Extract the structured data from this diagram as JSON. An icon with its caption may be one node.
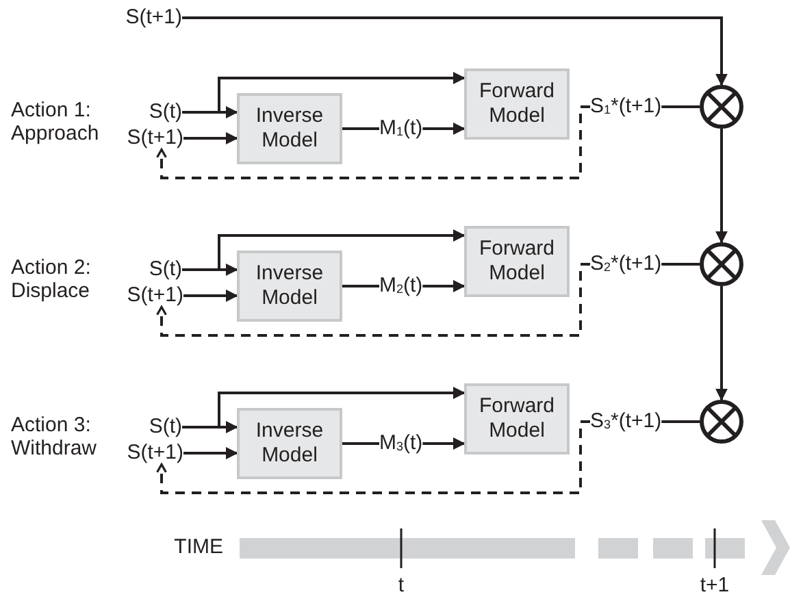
{
  "diagram": {
    "nodes": [
      {
        "text": [
          "S(t+1)"
        ]
      },
      {
        "text": [
          "S(t)"
        ]
      },
      {
        "text": [
          "S(t+1)"
        ]
      },
      {
        "text": [
          "Inverse Model"
        ]
      },
      {
        "text": [
          "M$_{1}$(t)"
        ]
      },
      {
        "text": [
          "Forward Model"
        ]
      },
      {
        "text": [
          "S$_{1}$*(t+1)"
        ]
      },
      {
        "text": [],
        "shape": "circle"
      },
      {
        "text": [
          "S(t)"
        ]
      },
      {
        "text": [
          "S(t+1)"
        ]
      },
      {
        "text": [
          "Inverse Model"
        ]
      },
      {
        "text": [
          "M$_{2}$(t)"
        ]
      },
      {
        "text": [
          "Forward Model"
        ]
      },
      {
        "text": [
          "S$_{2}$*(t+1)"
        ]
      },
      {
        "text": [],
        "shape": "circle"
      },
      {
        "text": [
          "S(t)"
        ]
      },
      {
        "text": [
          "S(t+1)"
        ]
      },
      {
        "text": [
          "Inverse Model"
        ]
      },
      {
        "text": [
          "M$_{3}$(t)"
        ]
      },
      {
        "text": [
          "Forward Model"
        ]
      },
      {
        "text": [
          "S$_{3}$*(t+1)"
        ]
      },
      {
        "text": [],
        "shape": "circle"
      }
    ],
    "edges": [
      {
        "from": 1,
        "to": 3,
        "arrow": "to"
      },
      {
        "from": 1,
        "to": 5,
        "arrow": "to"
      },
      {
        "from": 2,
        "to": 3,
        "arrow": "to"
      },
      {
        "from": 3,
        "to": 4,
        "arrow": "none"
      },
      {
        "from": 4,
        "to": 5,
        "arrow": "to"
      },
      {
        "from": 6,
        "to": 7,
        "arrow": "none"
      },
      {
        "from": 6,
        "to": 2,
        "arrow": "to",
        "style": "dashed"
      },
      {
        "from": 8,
        "to": 10,
        "arrow": "to"
      },
      {
        "from": 8,
        "to": 12,
        "arrow": "to"
      },
      {
        "from": 9,
        "to": 10,
        "arrow": "to"
      },
      {
        "from": 10,
        "to": 11,
        "arrow": "none"
      },
      {
        "from": 11,
        "to": 12,
        "arrow": "to"
      },
      {
        "from": 13,
        "to": 14,
        "arrow": "none"
      },
      {
        "from": 13,
        "to": 9,
        "arrow": "to",
        "style": "dashed"
      },
      {
        "from": 15,
        "to": 17,
        "arrow": "to"
      },
      {
        "from": 15,
        "to": 19,
        "arrow": "to"
      },
      {
        "from": 16,
        "to": 17,
        "arrow": "to"
      },
      {
        "from": 17,
        "to": 18,
        "arrow": "none"
      },
      {
        "from": 18,
        "to": 19,
        "arrow": "to"
      },
      {
        "from": 20,
        "to": 21,
        "arrow": "none"
      },
      {
        "from": 20,
        "to": 16,
        "arrow": "to",
        "style": "dashed"
      },
      {
        "from": 0,
        "to": 7,
        "arrow": "to"
      },
      {
        "from": 7,
        "to": 14,
        "arrow": "to"
      },
      {
        "from": 14,
        "to": 21,
        "arrow": "to"
      }
    ],
    "labels": [
      "Action 1: Approach",
      "Action 2: Displace",
      "Action 3: Withdraw",
      "TIME",
      "t",
      "t+1"
    ]
  }
}
